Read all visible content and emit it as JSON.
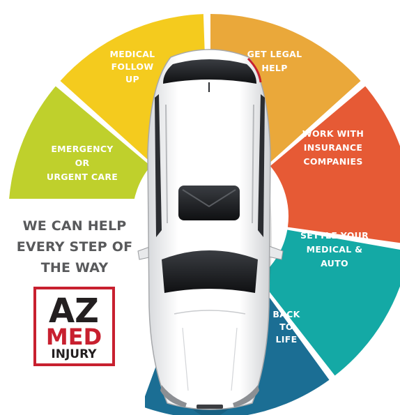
{
  "segments": [
    {
      "id": "emergency",
      "lines": [
        "EMERGENCY",
        "OR",
        "URGENT CARE"
      ],
      "color": "#bfd02c"
    },
    {
      "id": "medical-follow-up",
      "lines": [
        "MEDICAL",
        "FOLLOW",
        "UP"
      ],
      "color": "#f4cb1e"
    },
    {
      "id": "legal-help",
      "lines": [
        "GET LEGAL",
        "HELP"
      ],
      "color": "#eaa83a"
    },
    {
      "id": "insurance",
      "lines": [
        "WORK WITH",
        "INSURANCE",
        "COMPANIES"
      ],
      "color": "#e65a35"
    },
    {
      "id": "settle",
      "lines": [
        "SETTLE YOUR",
        "MEDICAL &",
        "AUTO"
      ],
      "color": "#14a9a5"
    },
    {
      "id": "back-to-life",
      "lines": [
        "BACK",
        "TO",
        "LIFE"
      ],
      "color": "#1b6e94"
    }
  ],
  "tagline": [
    "WE CAN HELP",
    "EVERY STEP OF",
    "THE WAY"
  ],
  "logo": {
    "line1": "AZ",
    "line2": "MED",
    "line3": "INJURY",
    "border_color": "#c8202f",
    "accent_color": "#c8202f",
    "text_color": "#231f20"
  },
  "car_color": "#ffffff"
}
